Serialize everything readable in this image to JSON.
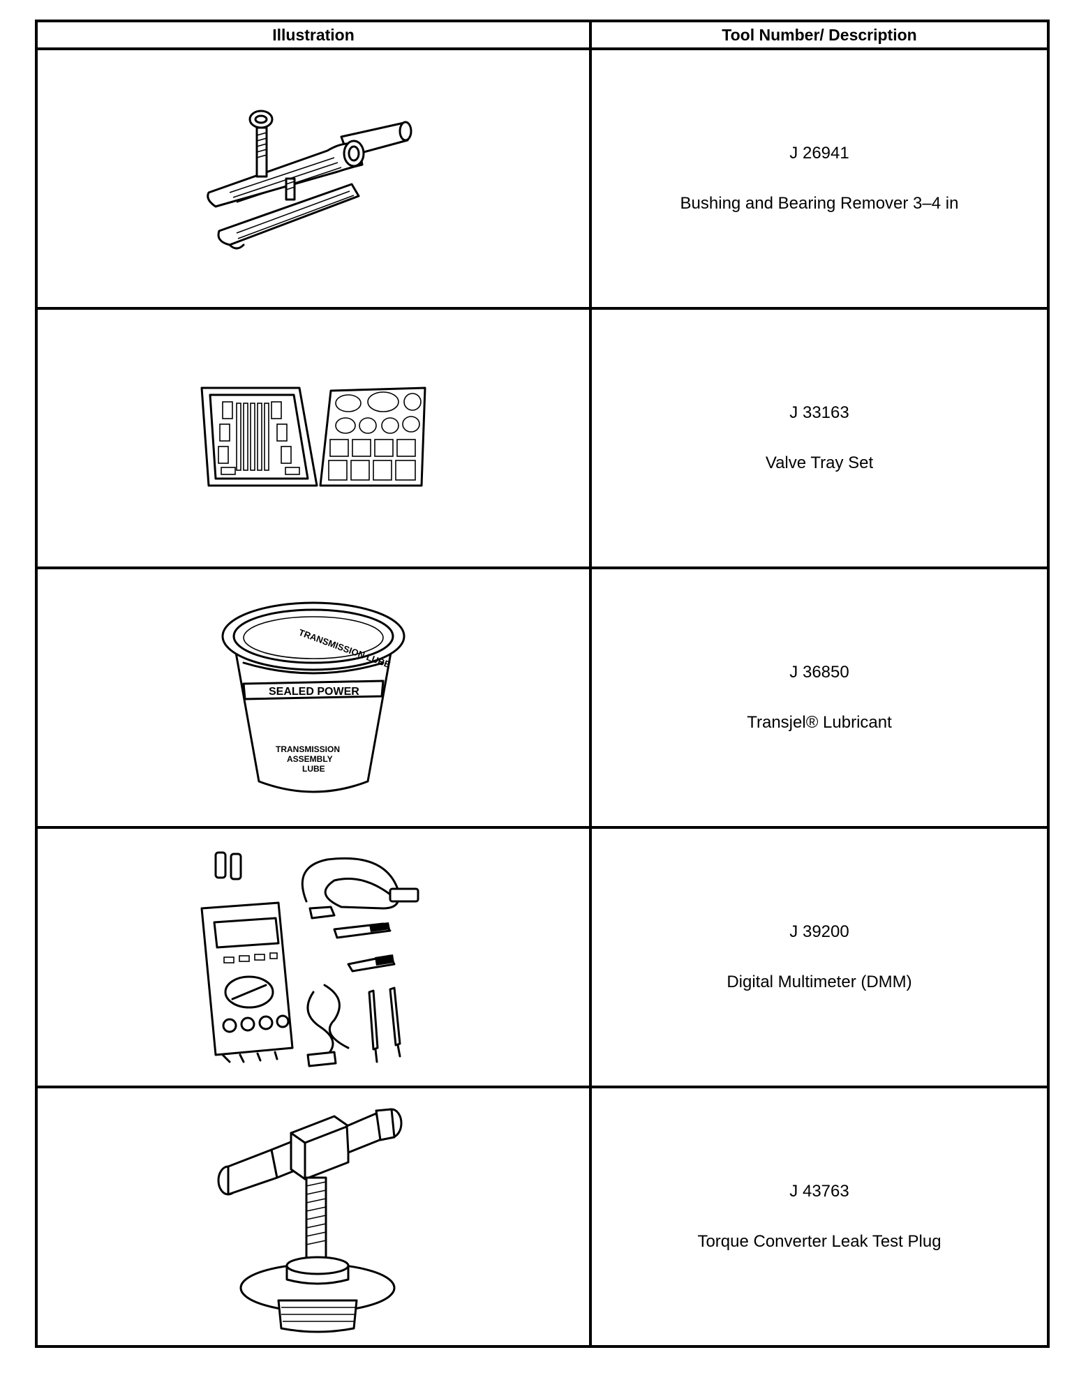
{
  "table": {
    "headers": {
      "illustration": "Illustration",
      "description": "Tool Number/ Description"
    },
    "rows": [
      {
        "tool_number": "J 26941",
        "description": "Bushing and Bearing Remover 3–4 in",
        "icon": "bushing-bearing-remover-icon"
      },
      {
        "tool_number": "J 33163",
        "description": "Valve Tray Set",
        "icon": "valve-tray-set-icon"
      },
      {
        "tool_number": "J 36850",
        "description": "Transjel® Lubricant",
        "icon": "lubricant-tub-icon",
        "label_text": {
          "lid": "TRANSMISSION LUBE",
          "band": "SEALED POWER",
          "body": [
            "TRANSMISSION",
            "ASSEMBLY",
            "LUBE"
          ]
        }
      },
      {
        "tool_number": "J 39200",
        "description": "Digital Multimeter (DMM)",
        "icon": "digital-multimeter-kit-icon"
      },
      {
        "tool_number": "J 43763",
        "description": "Torque Converter Leak Test Plug",
        "icon": "leak-test-plug-icon"
      }
    ]
  }
}
